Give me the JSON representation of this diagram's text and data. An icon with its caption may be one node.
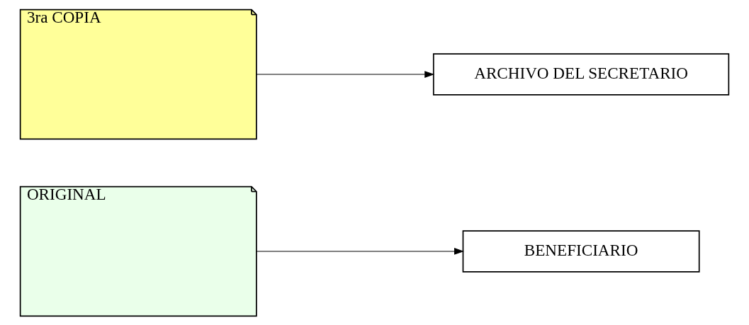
{
  "diagram": {
    "nodes": [
      {
        "text": [
          "ORIGINAL"
        ]
      },
      {
        "text": [
          "BENEFICIARIO"
        ]
      },
      {
        "text": [
          "3ra COPIA"
        ]
      },
      {
        "text": [
          "ARCHIVO DEL SECRETARIO"
        ]
      }
    ],
    "edges": [
      {
        "from": 0,
        "to": 1,
        "arrow": "to"
      },
      {
        "from": 2,
        "to": 3,
        "arrow": "to"
      }
    ]
  }
}
